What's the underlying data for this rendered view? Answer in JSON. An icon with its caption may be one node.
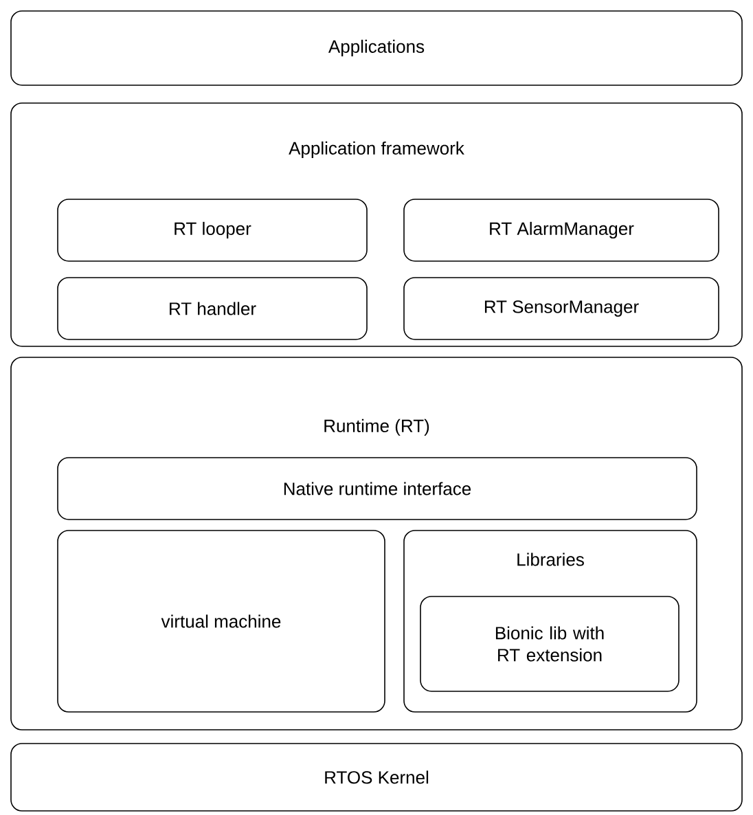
{
  "diagram": {
    "nodes": [
      {
        "text": [
          "Applications"
        ]
      },
      {
        "text": [
          "Application framework"
        ]
      },
      {
        "text": [
          "RT looper"
        ],
        "in": 1
      },
      {
        "text": [
          "RT AlarmManager"
        ],
        "in": 1
      },
      {
        "text": [
          "RT handler"
        ],
        "in": 1
      },
      {
        "text": [
          "RT SensorManager"
        ],
        "in": 1
      },
      {
        "text": [
          "Runtime (RT)"
        ]
      },
      {
        "text": [
          "Native runtime interface"
        ],
        "in": 6
      },
      {
        "text": [
          "virtual machine"
        ],
        "in": 6
      },
      {
        "text": [
          "Libraries"
        ],
        "in": 6
      },
      {
        "text": [
          "Bionic lib with RT extension"
        ],
        "in": 9
      },
      {
        "text": [
          "RTOS Kernel"
        ]
      }
    ]
  }
}
